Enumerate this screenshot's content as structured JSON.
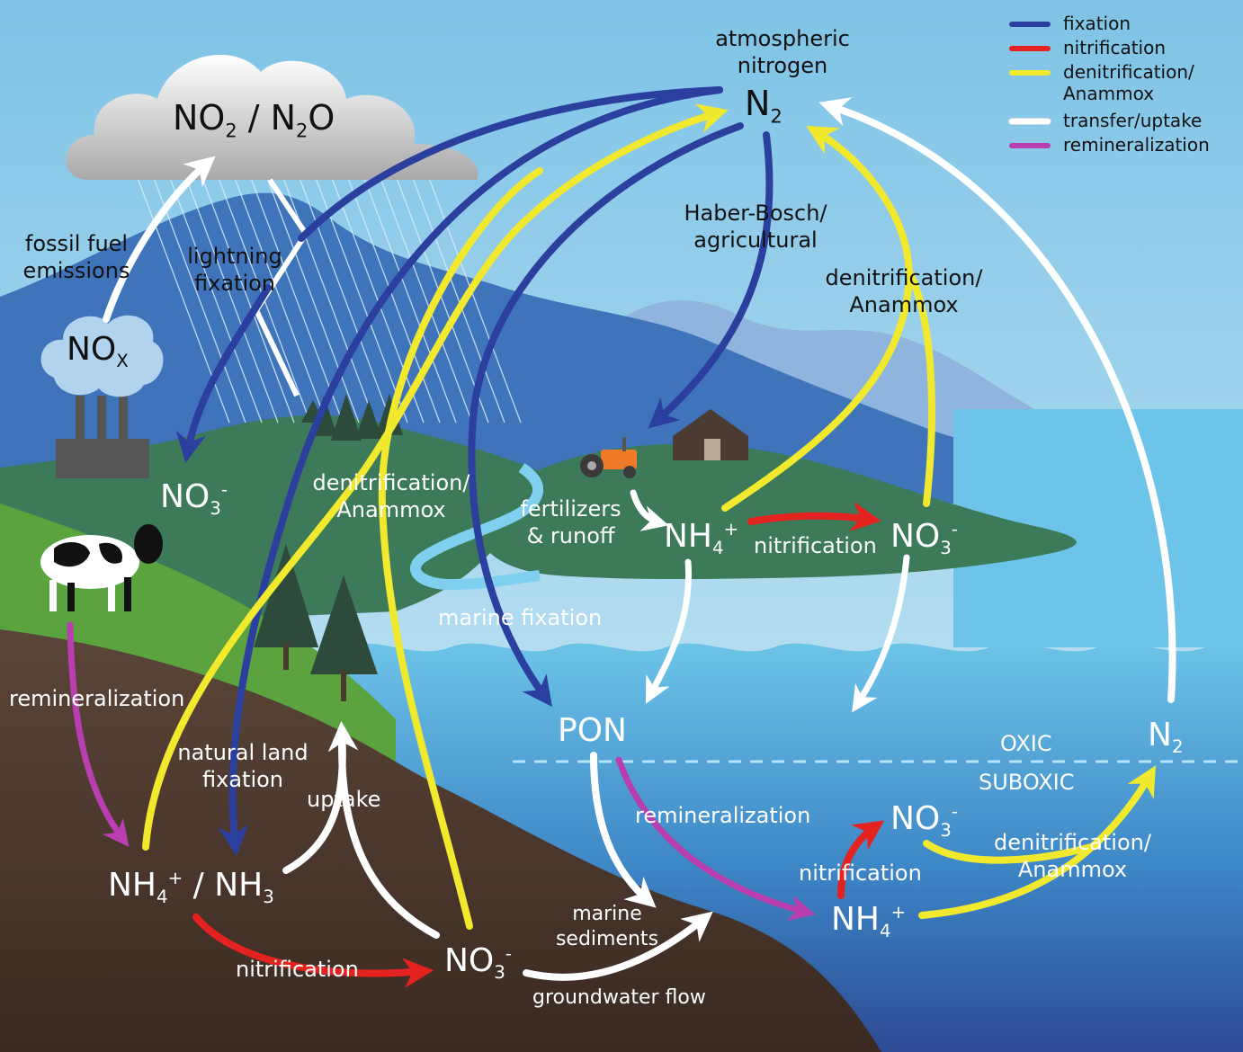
{
  "legend": [
    {
      "label": "fixation",
      "color": "#2b3f9e"
    },
    {
      "label": "nitrification",
      "color": "#e42321"
    },
    {
      "label": "denitrification/\nAnammox",
      "color": "#f1e92e"
    },
    {
      "label": "transfer/uptake",
      "color": "#ffffff"
    },
    {
      "label": "remineralization",
      "color": "#b93fb0"
    }
  ],
  "colors": {
    "sky_top": "#7ec3e6",
    "sky_bottom": "#d4ecf7",
    "mountain": "#3f74bb",
    "mountain_far": "#8fb4dd",
    "land_green": "#3c7a5a",
    "grass": "#5aa33f",
    "soil": "#5b4538",
    "soil_dark": "#3b2a22",
    "ocean_top": "#6cc4e8",
    "ocean_bottom": "#2d4a94"
  },
  "labels": {
    "atmospheric": "atmospheric",
    "nitrogen": "nitrogen",
    "n2_top": {
      "base": "N",
      "sub": "2"
    },
    "cloud_chem": {
      "a": "NO",
      "a_sub": "2",
      "sep": " / ",
      "b": "N",
      "b_sub": "2",
      "c": "O"
    },
    "fossil1": "fossil fuel",
    "fossil2": "emissions",
    "nox": {
      "base": "NO",
      "sub": "X"
    },
    "lightning1": "lightning",
    "lightning2": "fixation",
    "haber1": "Haber-Bosch/",
    "haber2": "agricultural",
    "denit_right1": "denitrification/",
    "denit_right2": "Anammox",
    "no3_land": {
      "base": "NO",
      "sub": "3",
      "sup": "-"
    },
    "denit_mid1": "denitrification/",
    "denit_mid2": "Anammox",
    "fert1": "fertilizers",
    "fert2": "& runoff",
    "nh4_island": {
      "base": "NH",
      "sub": "4",
      "sup": "+"
    },
    "nitrif_island": "nitrification",
    "no3_island": {
      "base": "NO",
      "sub": "3",
      "sup": "-"
    },
    "marine_fix": "marine fixation",
    "remin_left": "remineralization",
    "pon": "PON",
    "oxic": "OXIC",
    "suboxic": "SUBOXIC",
    "n2_ocean": {
      "base": "N",
      "sub": "2"
    },
    "natural1": "natural land",
    "natural2": "fixation",
    "uptake": "uptake",
    "remin_ocean": "remineralization",
    "no3_ocean": {
      "base": "NO",
      "sub": "3",
      "sup": "-"
    },
    "denit_ocean1": "denitrification/",
    "denit_ocean2": "Anammox",
    "nitrif_ocean": "nitrification",
    "nh4_nh3": {
      "a": "NH",
      "a_sub": "4",
      "a_sup": "+",
      "sep": " / ",
      "b": "NH",
      "b_sub": "3"
    },
    "nh4_ocean": {
      "base": "NH",
      "sub": "4",
      "sup": "+"
    },
    "marine_sed1": "marine",
    "marine_sed2": "sediments",
    "no3_soil": {
      "base": "NO",
      "sub": "3",
      "sup": "-"
    },
    "nitrif_soil": "nitrification",
    "groundwater": "groundwater flow"
  }
}
